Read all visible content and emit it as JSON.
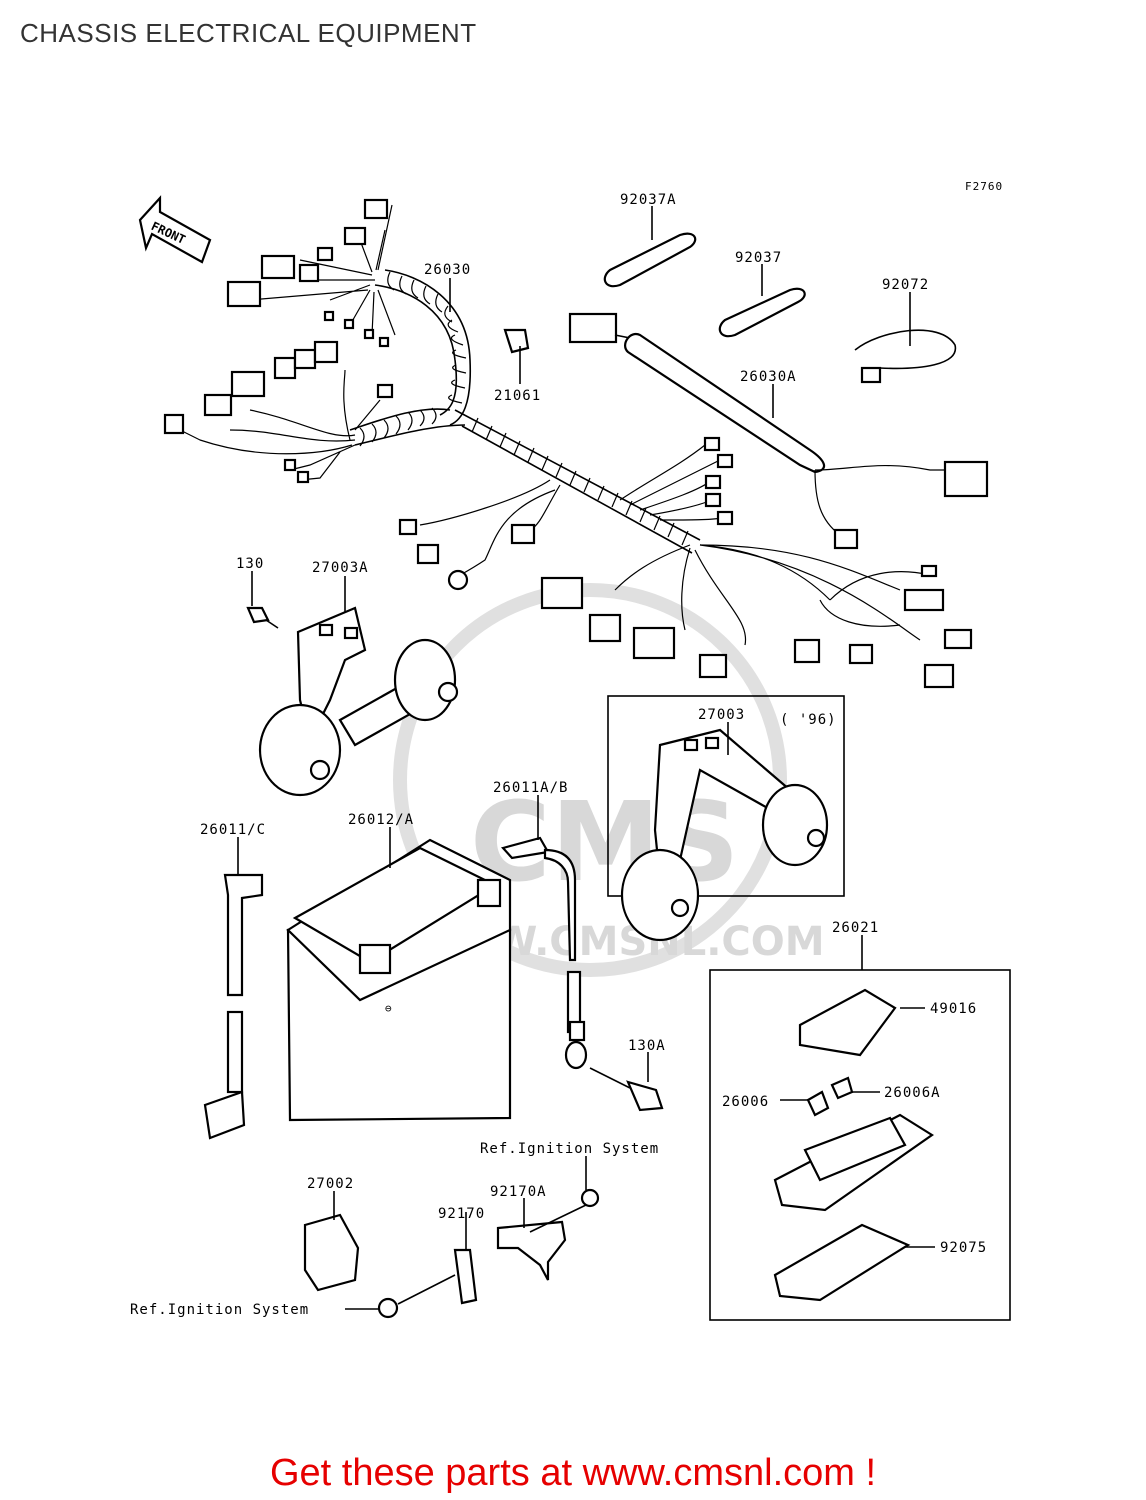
{
  "page_title": "CHASSIS ELECTRICAL EQUIPMENT",
  "figure_code": "F2760",
  "front_label": "FRONT",
  "watermark_text": "CMS",
  "watermark_url": "WWW.CMSNL.COM",
  "parts": {
    "p92037A": "92037A",
    "p92037": "92037",
    "p92072": "92072",
    "p26030": "26030",
    "p21061": "21061",
    "p26030A": "26030A",
    "p130": "130",
    "p27003A": "27003A",
    "p27003": "27003",
    "p96": "( '96)",
    "p26011AB": "26011A/B",
    "p26011C": "26011/C",
    "p26012A": "26012/A",
    "p26021": "26021",
    "p49016": "49016",
    "p130A": "130A",
    "p26006": "26006",
    "p26006A": "26006A",
    "p92075": "92075",
    "p27002": "27002",
    "p92170A": "92170A",
    "p92170": "92170",
    "ref_ign_1": "Ref.Ignition System",
    "ref_ign_2": "Ref.Ignition System"
  },
  "footer_cta": "Get these parts at www.cmsnl.com !",
  "colors": {
    "cta": "#e60000",
    "title": "#333333",
    "ink": "#000000",
    "watermark": "#d8d8d8"
  }
}
